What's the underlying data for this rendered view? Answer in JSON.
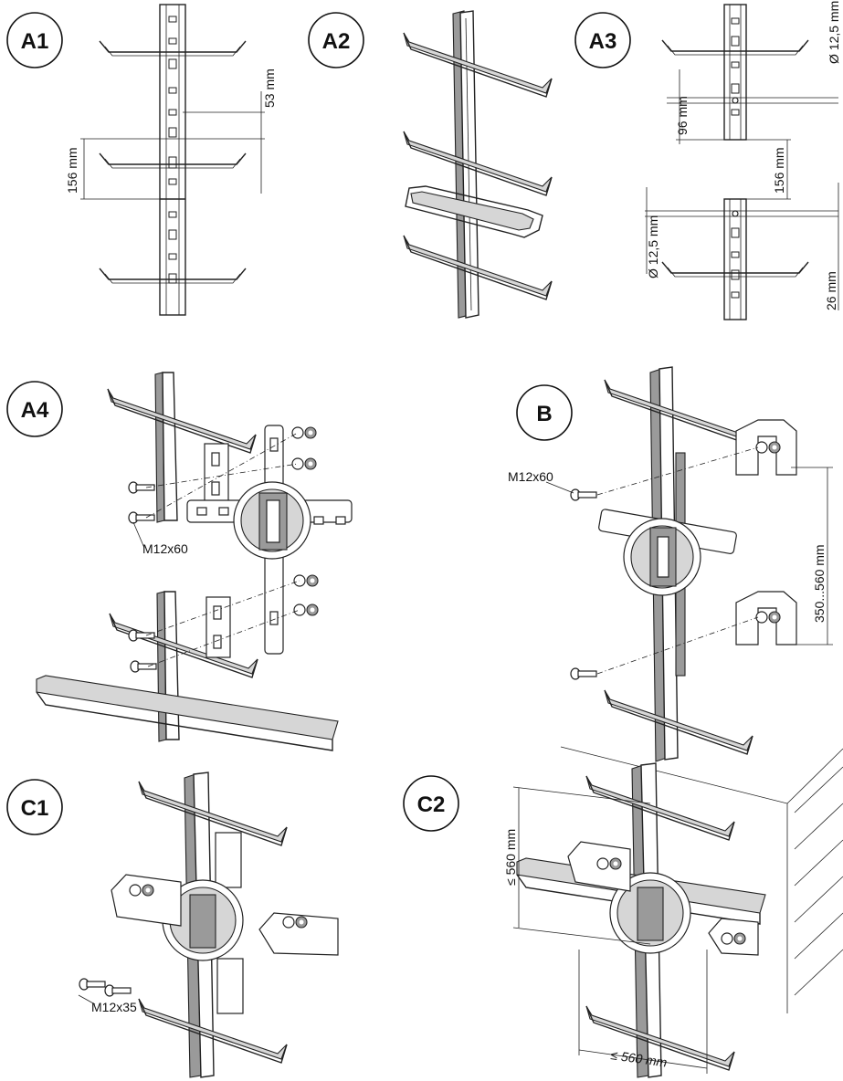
{
  "panels": [
    {
      "id": "A1",
      "label": "A1"
    },
    {
      "id": "A2",
      "label": "A2"
    },
    {
      "id": "A3",
      "label": "A3"
    },
    {
      "id": "A4",
      "label": "A4"
    },
    {
      "id": "B",
      "label": "B"
    },
    {
      "id": "C1",
      "label": "C1"
    },
    {
      "id": "C2",
      "label": "C2"
    }
  ],
  "dimensions": {
    "a1_gap": "53 mm",
    "a1_pitch": "156 mm",
    "a3_hole_top": "Ø 12,5 mm",
    "a3_dist": "96 mm",
    "a3_pitch": "156 mm",
    "a3_hole_bottom": "Ø 12,5 mm",
    "a3_offset": "26 mm",
    "a4_bolt": "M12x60",
    "b_bolt": "M12x60",
    "b_range": "350...560 mm",
    "c1_bolt": "M12x35",
    "c2_height": "≤ 560 mm",
    "c2_width": "≤ 560 mm"
  }
}
